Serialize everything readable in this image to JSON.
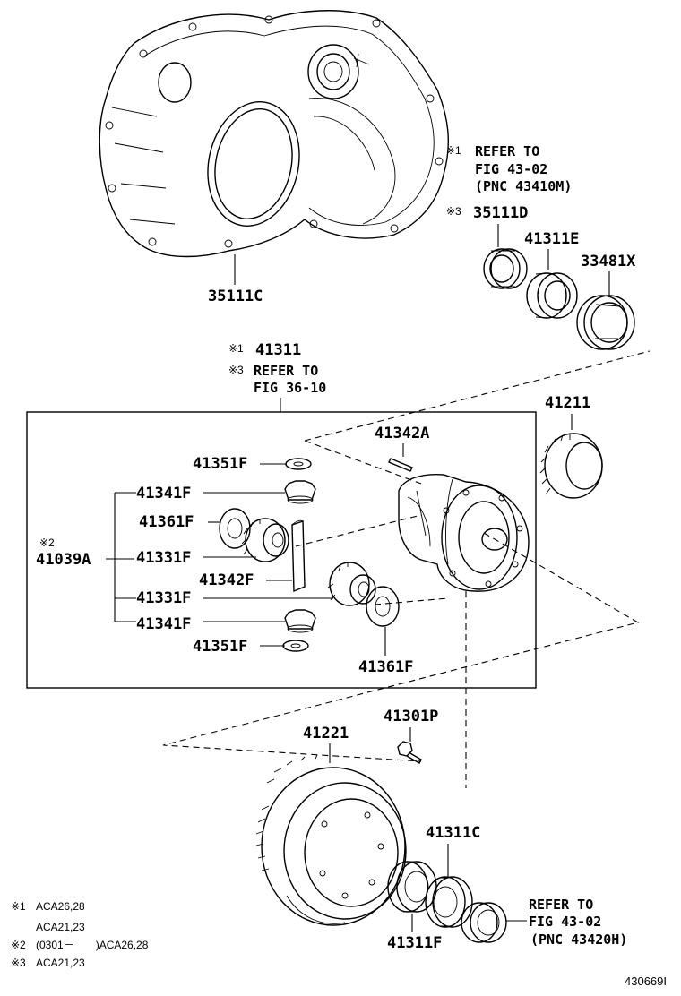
{
  "callouts": {
    "c35111C": "35111C",
    "ref1_mark": "※1",
    "ref1_line1": "REFER TO",
    "ref1_line2": "FIG 43-02",
    "ref1_line3": "(PNC 43410M)",
    "c35111D_mark": "※3",
    "c35111D": "35111D",
    "c41311E": "41311E",
    "c33481X": "33481X",
    "c41311_mark": "※1",
    "c41311": "41311",
    "ref3_mark": "※3",
    "ref3_line1": "REFER TO",
    "ref3_line2": "FIG 36-10",
    "c41211": "41211",
    "c41342A": "41342A",
    "c41351F_top": "41351F",
    "c41341F_top": "41341F",
    "c41361F_left": "41361F",
    "c41039A_mark": "※2",
    "c41039A": "41039A",
    "c41331F_top": "41331F",
    "c41342F": "41342F",
    "c41331F_bottom": "41331F",
    "c41341F_bottom": "41341F",
    "c41351F_bottom": "41351F",
    "c41361F_right": "41361F",
    "c41301P": "41301P",
    "c41221": "41221",
    "c41311C": "41311C",
    "ref2_line1": "REFER TO",
    "ref2_line2": "FIG 43-02",
    "ref2_line3": "(PNC 43420H)",
    "c41311F": "41311F"
  },
  "notes": {
    "n1_mark": "※1",
    "n1_line1": "ACA26,28",
    "n1_line2": "ACA21,23",
    "n2_mark": "※2",
    "n2_line1": "(0301－　　)ACA26,28",
    "n3_mark": "※3",
    "n3_line1": "ACA21,23"
  },
  "figure_code": "430669I"
}
